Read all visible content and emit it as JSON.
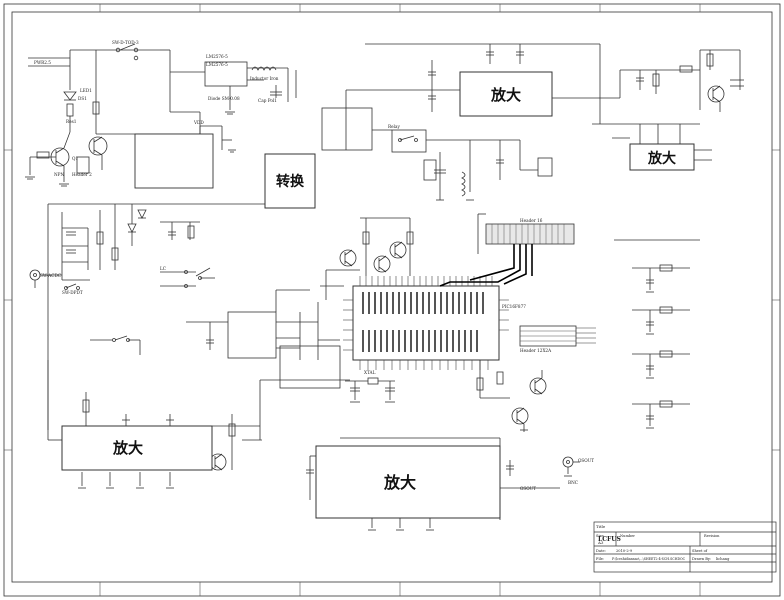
{
  "blocks": {
    "amp_top": "放大",
    "amp_right": "放大",
    "amp_bottom_left": "放大",
    "amp_bottom_center": "放大",
    "converter": "转换"
  },
  "labels": {
    "sw_dpdt_top": "SW-D-TOD-3",
    "regulator": "LM2576-5",
    "regulator_b": "LM2576-5",
    "inductor": "Inductor Iron",
    "diode_sm": "Diode SM-0.08",
    "cap_pol": "Cap Pol1",
    "vdd": "VDD",
    "led1": "LED1",
    "ds1": "DS1",
    "res1": "Res1",
    "q1": "Q1",
    "npn": "NPN",
    "header2": "Header 2",
    "relay": "Relay",
    "mcu": "PIC16F877",
    "crystal": "XTAL",
    "header16": "Header 16",
    "header12": "Header 12X2A",
    "title_tag": "Title",
    "title_value": "LCFUS",
    "size_tag": "Size",
    "size_value": "A3",
    "number_tag": "Number",
    "revision_tag": "Revision",
    "date_tag": "Date:",
    "date_value": "2010-2-9",
    "file_tag": "File:",
    "file_value": "F:\\lceshidiannao\\...\\SHEET2-4-SCH.SCHDOC",
    "sheet_tag": "Sheet  of",
    "drawn_tag": "Drawn By:",
    "drawn_value": "lichang",
    "osout": "OSOUT",
    "bnc": "BNC",
    "pwr": "PWR2.5",
    "ac_dc": "SW-ACDC",
    "sw_dpdt": "SW-DPDT",
    "lc": "LC"
  },
  "colors": {
    "ink": "#333333",
    "bg": "#ffffff"
  }
}
